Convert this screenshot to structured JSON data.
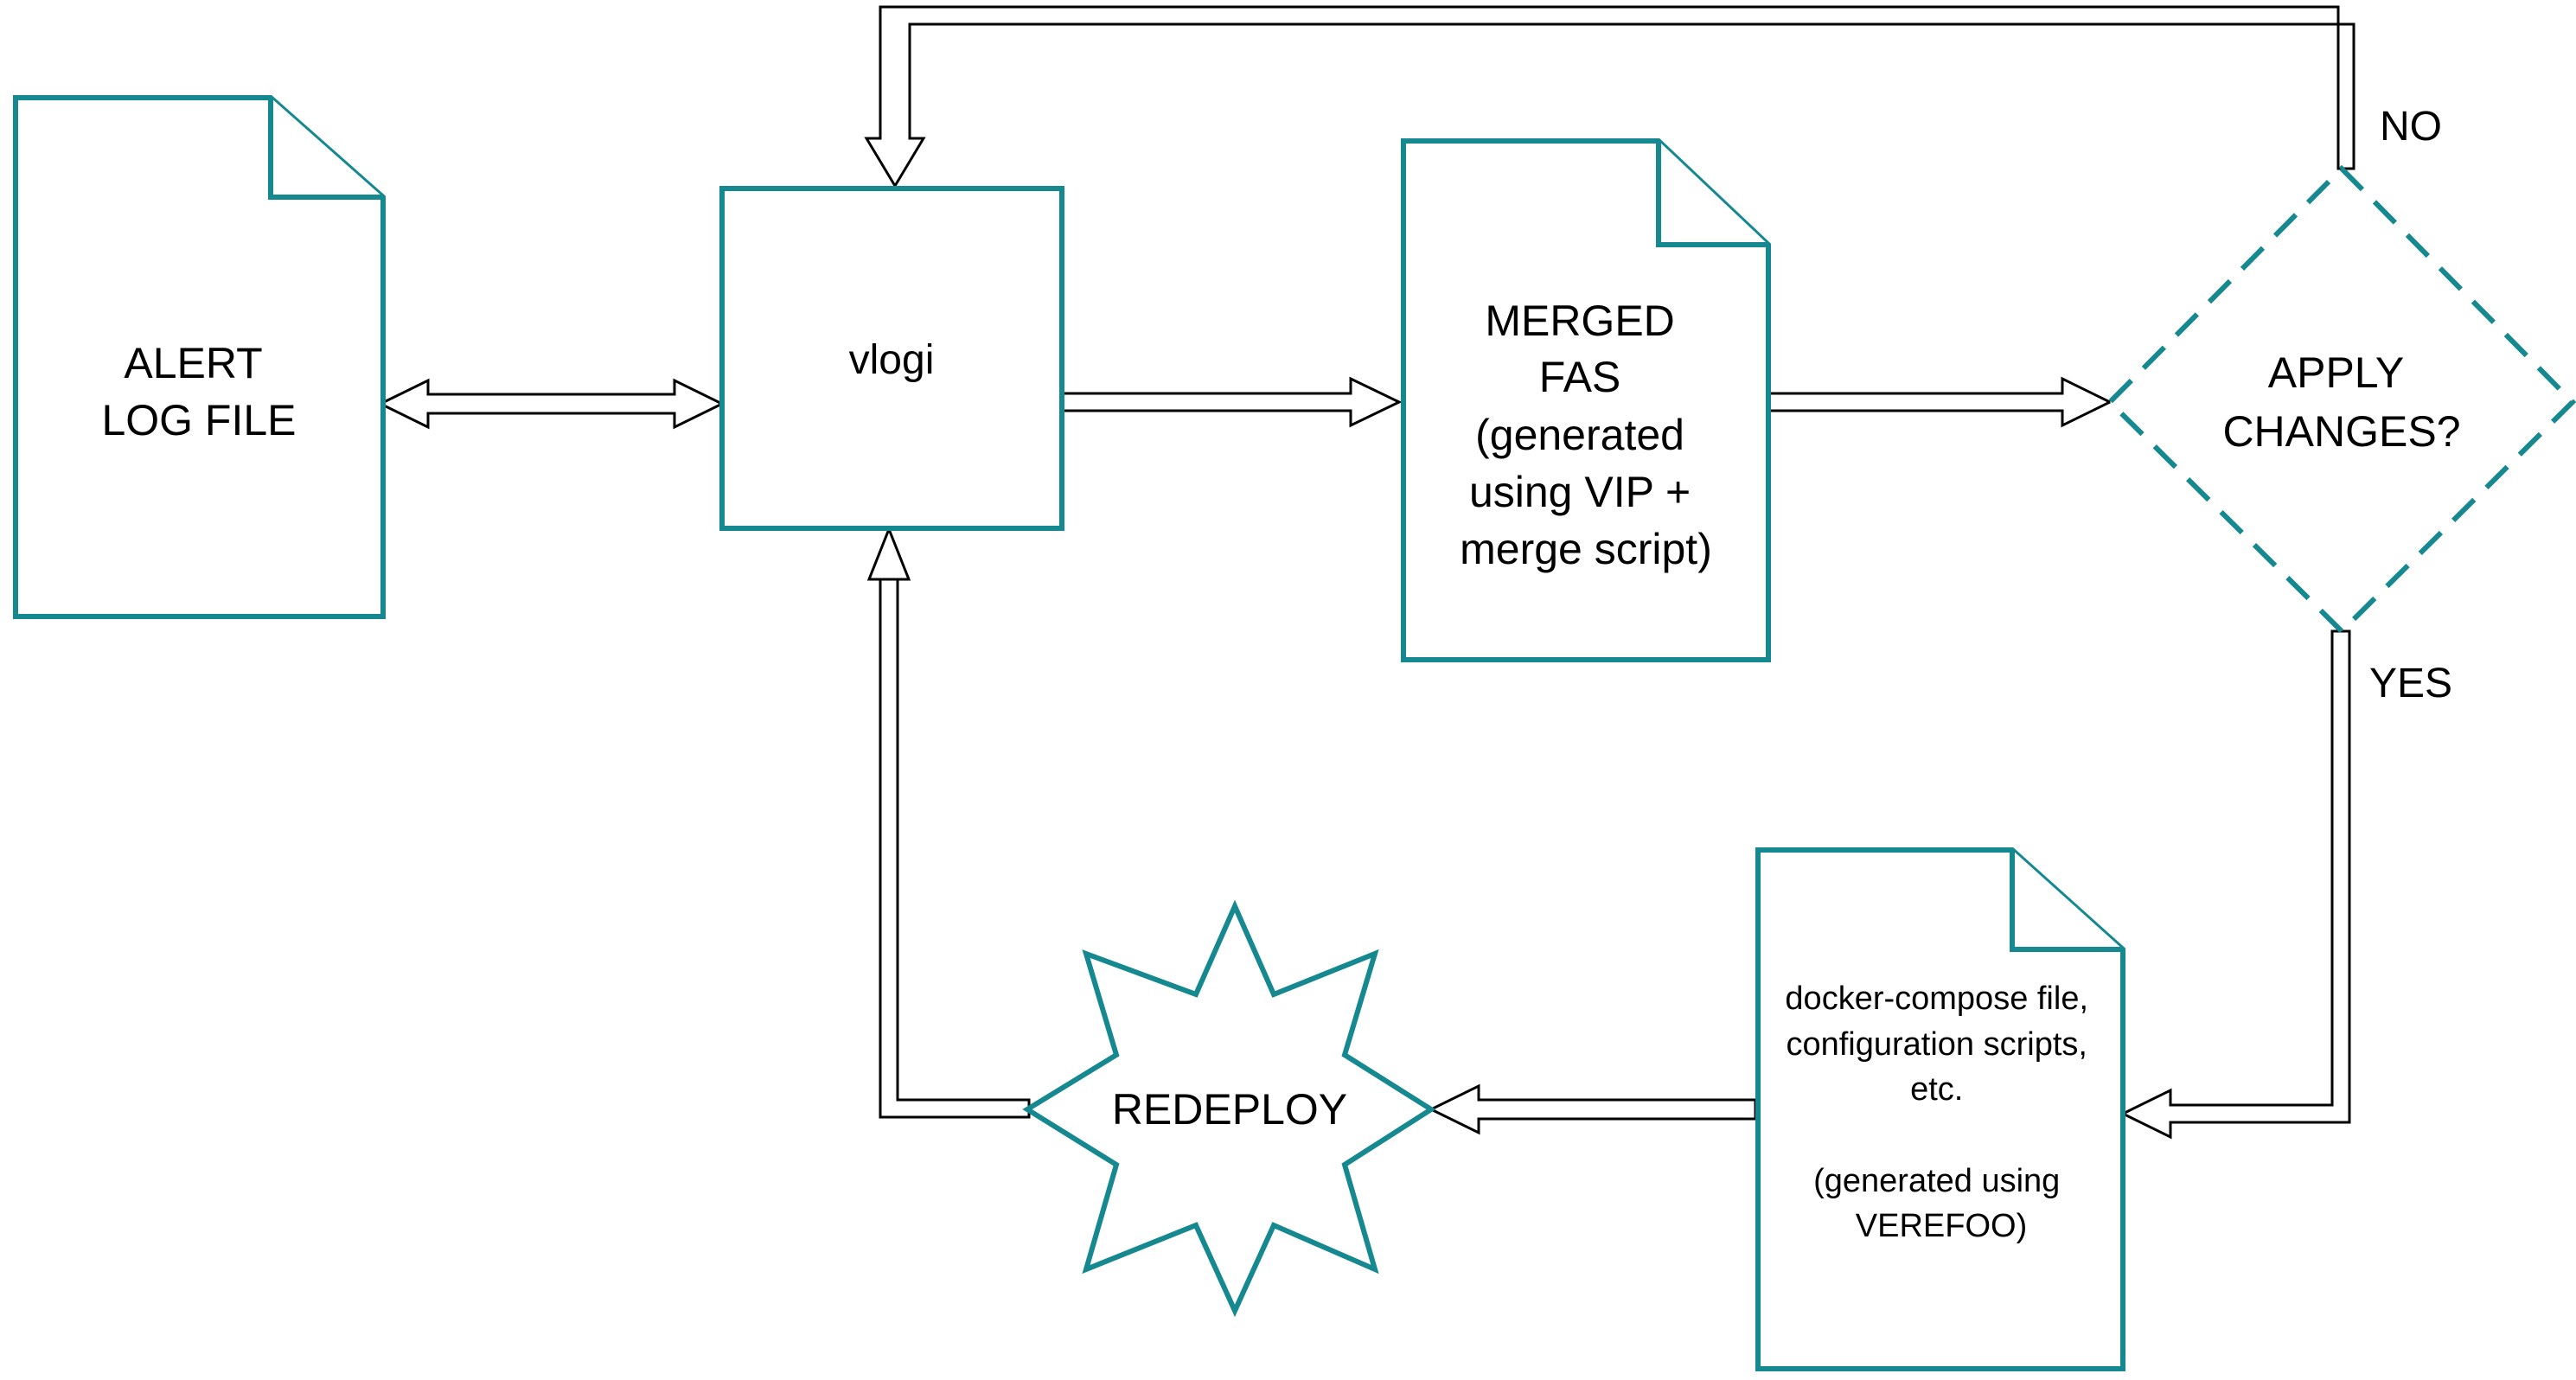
{
  "nodes": {
    "alert_log_file": {
      "lines": [
        "ALERT",
        "LOG FILE"
      ]
    },
    "vlogi": {
      "lines": [
        "vlogi"
      ]
    },
    "merged_fas": {
      "lines": [
        "MERGED",
        "FAS",
        "(generated",
        "using VIP +",
        "merge script)"
      ]
    },
    "apply_changes": {
      "lines": [
        "APPLY",
        "CHANGES?"
      ]
    },
    "docker_compose": {
      "lines": [
        "docker-compose file,",
        "configuration scripts,",
        "etc.",
        "",
        "(generated using",
        "VEREFOO)"
      ]
    },
    "redeploy": {
      "lines": [
        "REDEPLOY"
      ]
    }
  },
  "edges": {
    "no_label": "NO",
    "yes_label": "YES"
  },
  "colors": {
    "shape_stroke": "#15898f",
    "arrow_stroke": "#000000",
    "background": "#ffffff"
  }
}
